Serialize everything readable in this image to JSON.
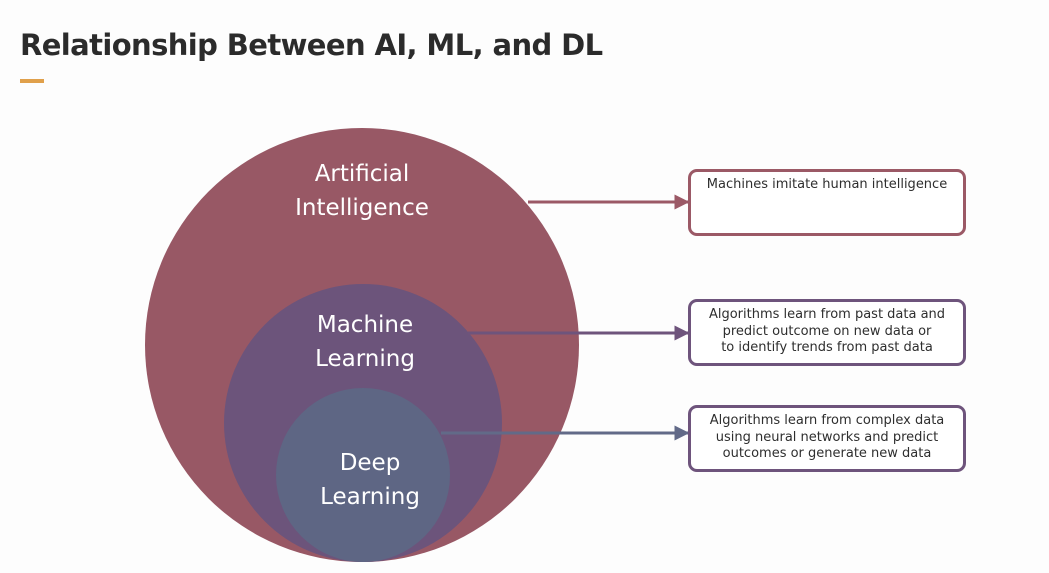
{
  "title": "Relationship Between AI, ML, and DL",
  "colors": {
    "accent_underline": "#e0a04b",
    "ai_circle": "#985865",
    "ml_circle": "#6c547b",
    "dl_circle": "#5e6684",
    "ai_connector": "#9b5966",
    "ml_connector": "#6e547c",
    "dl_connector": "#626a88"
  },
  "circles": [
    {
      "id": "ai",
      "label_line1": "Artificial",
      "label_line2": "Intelligence",
      "description": "Machines imitate human intelligence"
    },
    {
      "id": "ml",
      "label_line1": "Machine",
      "label_line2": "Learning",
      "description_lines": [
        "Algorithms learn from past data and",
        "predict outcome on new data or",
        "to identify trends from past data"
      ]
    },
    {
      "id": "dl",
      "label_line1": "Deep",
      "label_line2": "Learning",
      "description_lines": [
        "Algorithms learn from complex data",
        "using neural networks and predict",
        "outcomes or generate new data"
      ]
    }
  ]
}
